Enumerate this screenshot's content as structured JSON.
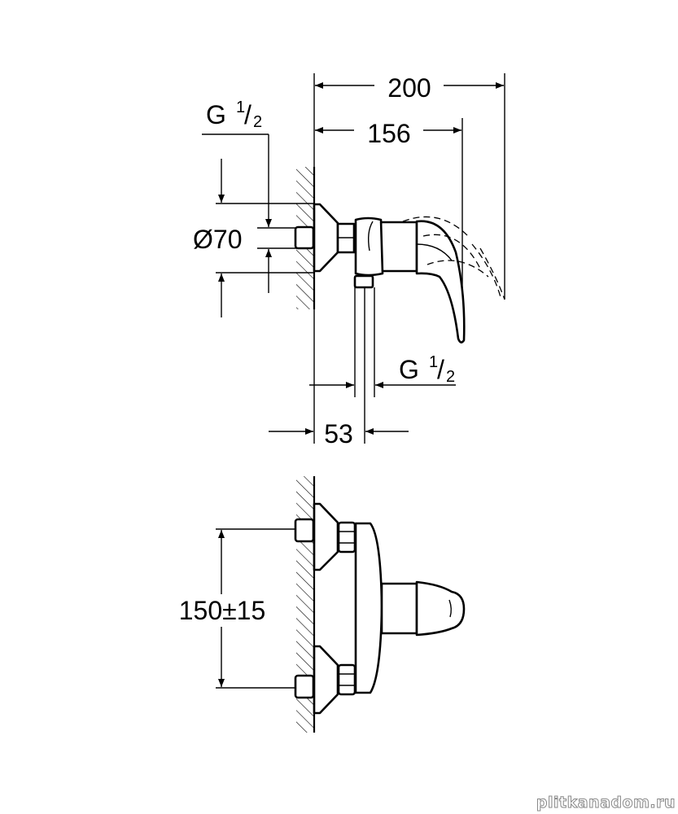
{
  "dimensions": {
    "overall_depth": "200",
    "handle_depth": "156",
    "flange_diameter": "Ø70",
    "hose_offset": "53",
    "inlet_spacing": "150±15"
  },
  "thread_inlet": {
    "letter": "G",
    "numerator": "1",
    "slash": "/",
    "denominator": "2"
  },
  "thread_outlet": {
    "letter": "G",
    "numerator": "1",
    "slash": "/",
    "denominator": "2"
  },
  "watermark": "plitkanadom.ru"
}
